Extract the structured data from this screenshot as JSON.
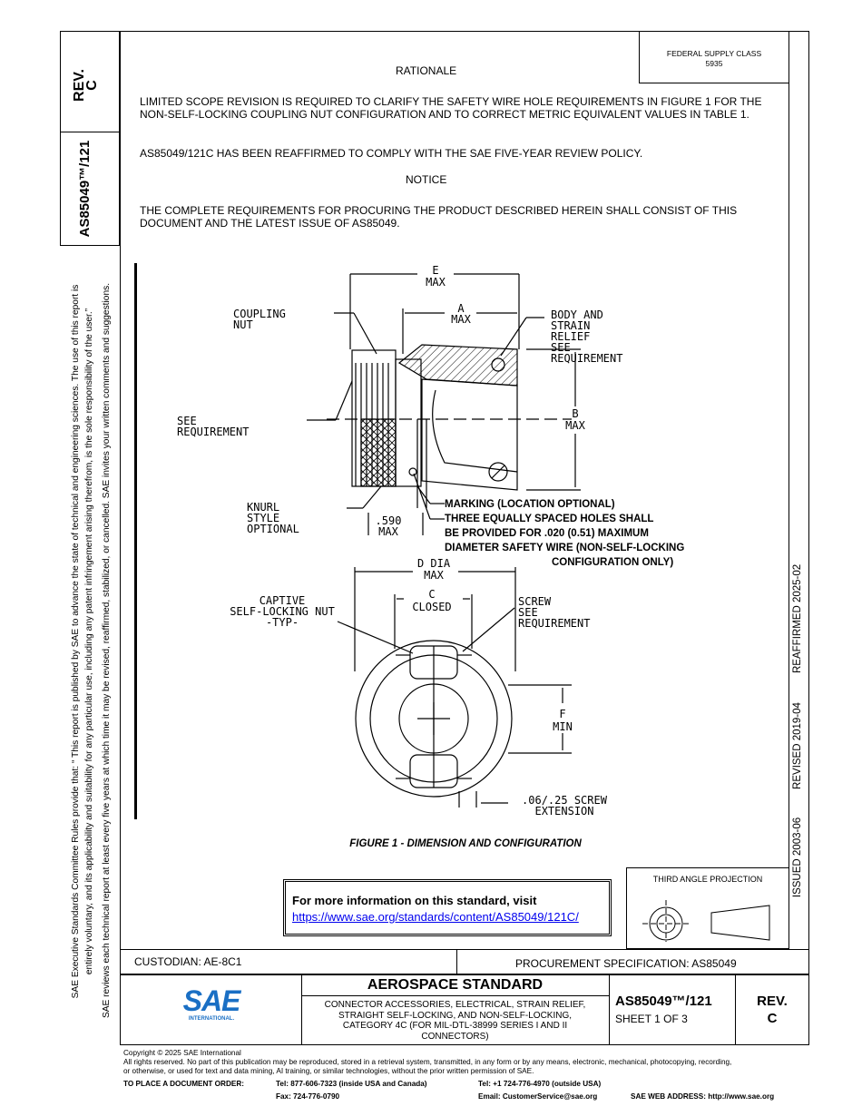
{
  "margin": {
    "rev_label": "REV.",
    "rev_value": "C",
    "doc_number": "AS85049™/121",
    "notice_line1": "SAE Executive Standards Committee Rules provide that: “ This report is published by SAE to advance the state of technical and engineering sciences. The use of this report is",
    "notice_line2": "entirely voluntary, and its applicability and suitability for any particular use, including any patent infringement arising therefrom, is the sole responsibility of the user.”",
    "notice_line3": "SAE reviews each technical report at least every five years at which time it may be revised, reaffirmed, stabilized, or cancelled. SAE invites your written comments and suggestions."
  },
  "right_margin": {
    "reaffirmed": "REAFFIRMED 2025-02",
    "revised": "REVISED 2019-04",
    "issued": "ISSUED 2003-06"
  },
  "header": {
    "federal_supply_line1": "FEDERAL SUPPLY CLASS",
    "federal_supply_line2": "5935"
  },
  "body": {
    "rationale_heading": "RATIONALE",
    "rationale_p1": "LIMITED SCOPE REVISION IS REQUIRED TO CLARIFY THE SAFETY WIRE HOLE REQUIREMENTS IN FIGURE 1 FOR THE NON-SELF-LOCKING COUPLING NUT CONFIGURATION AND TO CORRECT METRIC EQUIVALENT VALUES IN TABLE 1.",
    "rationale_p2": "AS85049/121C HAS BEEN REAFFIRMED TO COMPLY WITH THE SAE FIVE-YEAR REVIEW POLICY.",
    "notice_heading": "NOTICE",
    "notice_p1": "THE COMPLETE REQUIREMENTS FOR PROCURING THE PRODUCT DESCRIBED HEREIN SHALL CONSIST OF THIS DOCUMENT AND THE LATEST ISSUE OF AS85049."
  },
  "figure": {
    "caption": "FIGURE 1 - DIMENSION AND CONFIGURATION",
    "labels": {
      "e": "E",
      "e_max": "MAX",
      "a": "A",
      "a_max": "MAX",
      "coupling_nut": "COUPLING NUT",
      "body1": "BODY AND",
      "body2": "STRAIN RELIEF",
      "body3": "SEE REQUIREMENT",
      "b": "B",
      "b_max": "MAX",
      "see_req": "SEE REQUIREMENT",
      "knurl1": "KNURL STYLE",
      "knurl2": "OPTIONAL",
      "dim590": ".590",
      "dim590_max": "MAX",
      "marking": "MARKING (LOCATION OPTIONAL)",
      "holes1": "THREE EQUALLY SPACED HOLES SHALL",
      "holes2": "BE PROVIDED FOR .020 (0.51) MAXIMUM",
      "holes3": "DIAMETER SAFETY WIRE (NON-SELF-LOCKING",
      "holes4": "CONFIGURATION ONLY)",
      "d": "D DIA",
      "d_max": "MAX",
      "captive1": "CAPTIVE",
      "captive2": "SELF-LOCKING NUT",
      "captive3": "-TYP-",
      "c": "C",
      "c_closed": "CLOSED",
      "screw1": "SCREW",
      "screw2": "SEE",
      "screw3": "REQUIREMENT",
      "f": "F",
      "f_min": "MIN",
      "screw_ext1": ".06/.25 SCREW",
      "screw_ext2": "EXTENSION"
    }
  },
  "info_box": {
    "title": "For more information on this standard, visit",
    "link": "https://www.sae.org/standards/content/AS85049/121C/"
  },
  "third_angle": "THIRD ANGLE PROJECTION",
  "title_block": {
    "custodian": "CUSTODIAN: AE-8C1",
    "procurement": "PROCUREMENT SPECIFICATION: AS85049",
    "logo_text": "SAE",
    "logo_sub": "INTERNATIONAL.",
    "standard_type": "AEROSPACE STANDARD",
    "title_line1": "CONNECTOR ACCESSORIES, ELECTRICAL, STRAIN RELIEF,",
    "title_line2": "STRAIGHT SELF-LOCKING, AND NON-SELF-LOCKING,",
    "title_line3": "CATEGORY 4C (FOR MIL-DTL-38999 SERIES I AND II",
    "title_line4": "CONNECTORS)",
    "doc_number": "AS85049™/121",
    "sheet": "SHEET 1 OF 3",
    "rev_label": "REV.",
    "rev_value": "C"
  },
  "footer": {
    "copyright": "Copyright © 2025 SAE International",
    "rights1": "All rights reserved. No part of this publication may be reproduced, stored in a retrieval system, transmitted, in any form or by any means, electronic, mechanical, photocopying, recording,",
    "rights2": "or otherwise, or used for text and data mining, AI training, or similar technologies, without the prior written permission of SAE.",
    "order_label": "TO PLACE A DOCUMENT ORDER:",
    "tel_usa": "Tel: 877-606-7323 (inside USA and Canada)",
    "tel_outside": "Tel: +1 724-776-4970 (outside USA)",
    "fax": "Fax: 724-776-0790",
    "email": "Email: CustomerService@sae.org",
    "web": "SAE WEB ADDRESS: http://www.sae.org"
  },
  "colors": {
    "sae_blue": "#1a6fc4",
    "link": "#0000ee"
  }
}
